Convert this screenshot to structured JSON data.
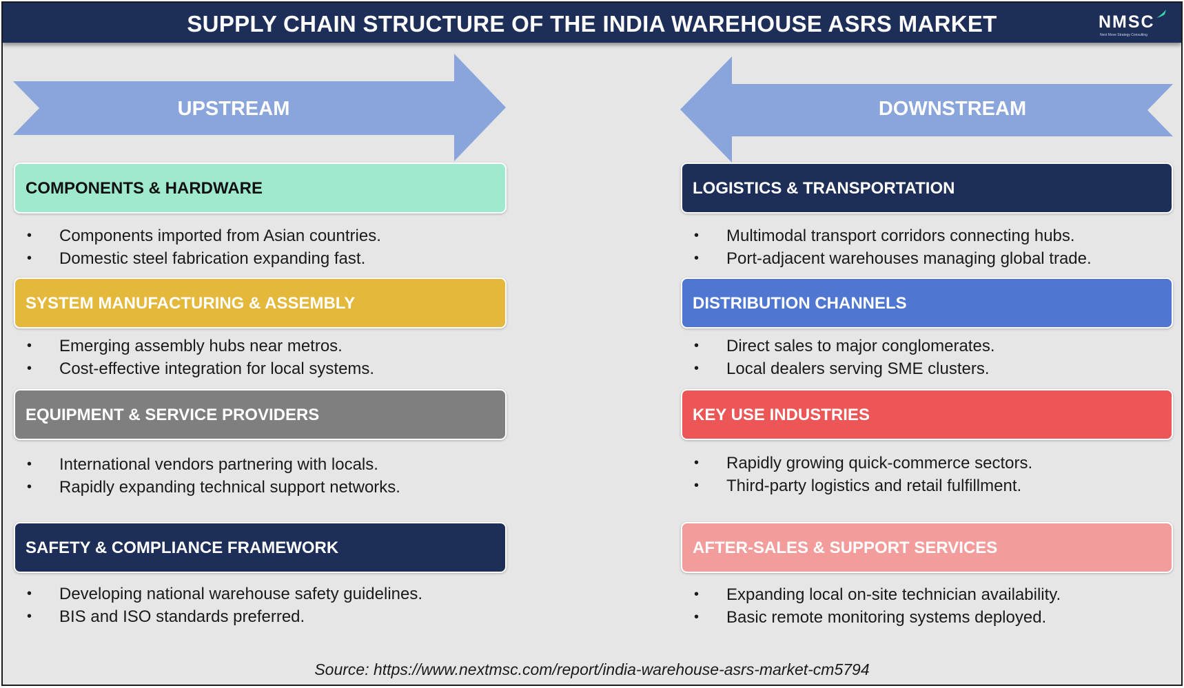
{
  "title": "SUPPLY CHAIN STRUCTURE OF THE INDIA WAREHOUSE ASRS MARKET",
  "logo": {
    "text": "NMSC",
    "tagline": "Next Move Strategy Consulting"
  },
  "upstream": {
    "label": "UPSTREAM",
    "sections": [
      {
        "title": "COMPONENTS & HARDWARE",
        "bg": "#9feacf",
        "color": "#111111",
        "bullets": [
          "Components imported from Asian countries.",
          "Domestic steel fabrication expanding fast."
        ]
      },
      {
        "title": "SYSTEM MANUFACTURING & ASSEMBLY",
        "bg": "#e3b83b",
        "color": "#ffffff",
        "bullets": [
          "Emerging assembly hubs near metros.",
          "Cost-effective integration for local systems."
        ]
      },
      {
        "title": "EQUIPMENT & SERVICE PROVIDERS",
        "bg": "#7f7f7f",
        "color": "#ffffff",
        "bullets": [
          "International vendors partnering with locals.",
          "Rapidly expanding technical support networks."
        ]
      },
      {
        "title": "SAFETY & COMPLIANCE FRAMEWORK",
        "bg": "#1d2e59",
        "color": "#ffffff",
        "bullets": [
          "Developing national warehouse safety guidelines.",
          "BIS and ISO standards preferred."
        ]
      }
    ]
  },
  "downstream": {
    "label": "DOWNSTREAM",
    "sections": [
      {
        "title": "LOGISTICS & TRANSPORTATION",
        "bg": "#1d2e59",
        "color": "#ffffff",
        "bullets": [
          "Multimodal transport corridors connecting hubs.",
          "Port-adjacent warehouses managing global trade."
        ]
      },
      {
        "title": "DISTRIBUTION CHANNELS",
        "bg": "#4f76d0",
        "color": "#ffffff",
        "bullets": [
          "Direct sales to major conglomerates.",
          "Local dealers serving SME clusters."
        ]
      },
      {
        "title": "KEY USE INDUSTRIES",
        "bg": "#ec5656",
        "color": "#ffffff",
        "bullets": [
          "Rapidly growing quick-commerce sectors.",
          "Third-party logistics and retail fulfillment."
        ]
      },
      {
        "title": "AFTER-SALES & SUPPORT SERVICES",
        "bg": "#f29c9c",
        "color": "#ffffff",
        "bullets": [
          "Expanding local on-site technician availability.",
          "Basic remote monitoring systems deployed."
        ]
      }
    ]
  },
  "colors": {
    "arrow": "#8aa5dc",
    "header": "#1d2e59",
    "background": "#e6e6e6"
  },
  "source": "Source: https://www.nextmsc.com/report/india-warehouse-asrs-market-cm5794"
}
